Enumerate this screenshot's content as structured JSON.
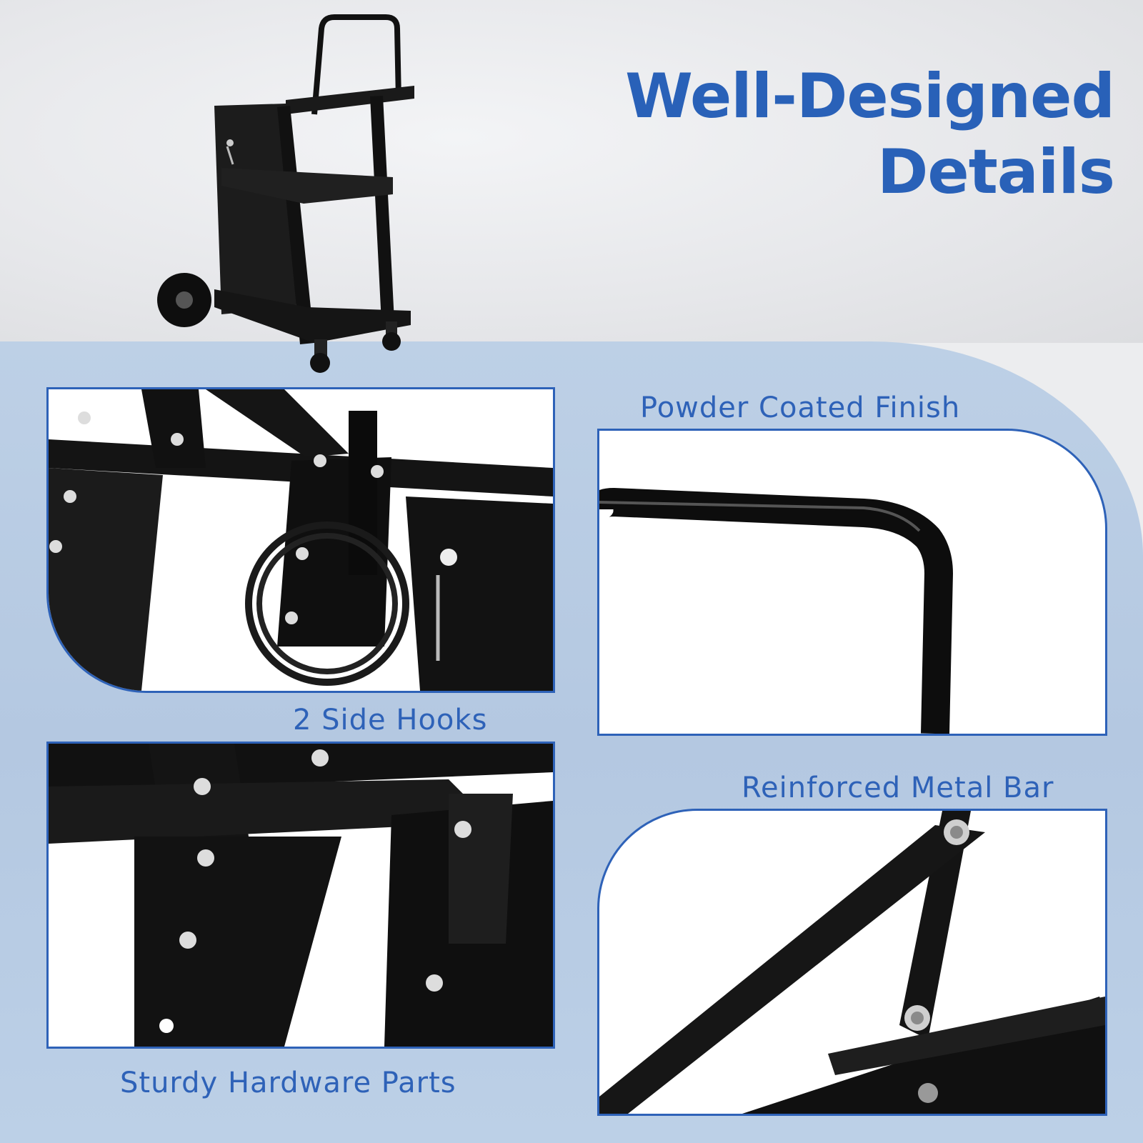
{
  "headline": {
    "line1": "Well-Designed",
    "line2": "Details"
  },
  "features": {
    "powder_coated": "Powder Coated Finish",
    "side_hooks": "2 Side Hooks",
    "metal_bar": "Reinforced Metal Bar",
    "hardware": "Sturdy Hardware Parts"
  },
  "colors": {
    "accent_blue": "#2961b8",
    "panel_border": "#2e62b8",
    "background_blue": "#b8cbe3",
    "background_gray": "#e8e9ec",
    "product_black": "#111111"
  }
}
